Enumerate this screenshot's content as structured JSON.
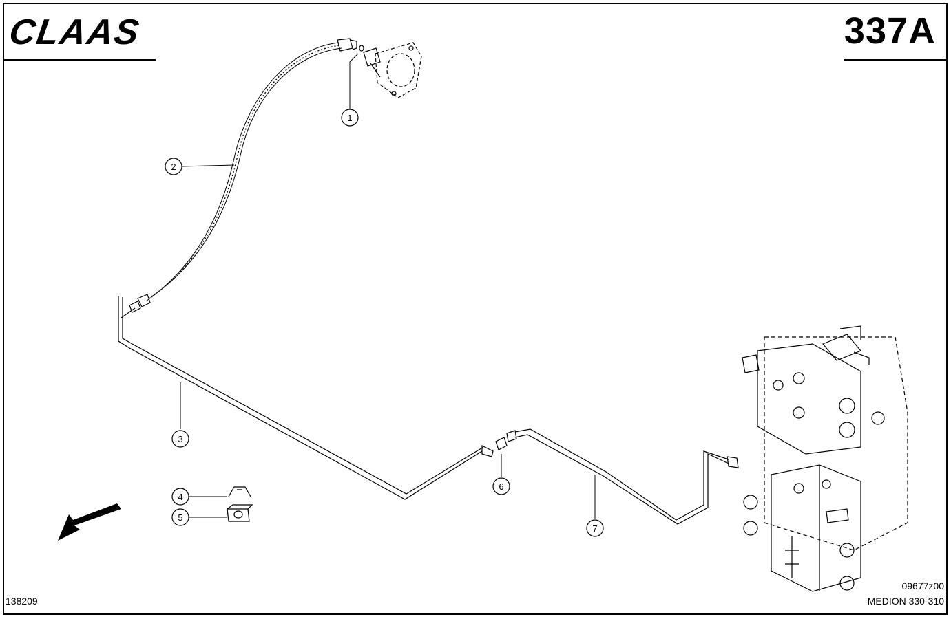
{
  "header": {
    "brand": "CLAAS",
    "page_number": "337A"
  },
  "footer": {
    "left_code": "138209",
    "right_code": "09677z00",
    "model": "MEDION 330-310"
  },
  "callouts": [
    {
      "label": "1",
      "part": "seal-ring"
    },
    {
      "label": "2",
      "part": "hydraulic-hose"
    },
    {
      "label": "3",
      "part": "steel-pipe"
    },
    {
      "label": "4",
      "part": "clamp-half"
    },
    {
      "label": "5",
      "part": "clamp-block"
    },
    {
      "label": "6",
      "part": "union-fitting"
    },
    {
      "label": "7",
      "part": "steel-pipe"
    }
  ],
  "icons": {
    "direction_arrow": "arrow-down-left-icon",
    "logo": "claas-logo-icon"
  },
  "colors": {
    "line": "#000000",
    "background": "#ffffff"
  }
}
